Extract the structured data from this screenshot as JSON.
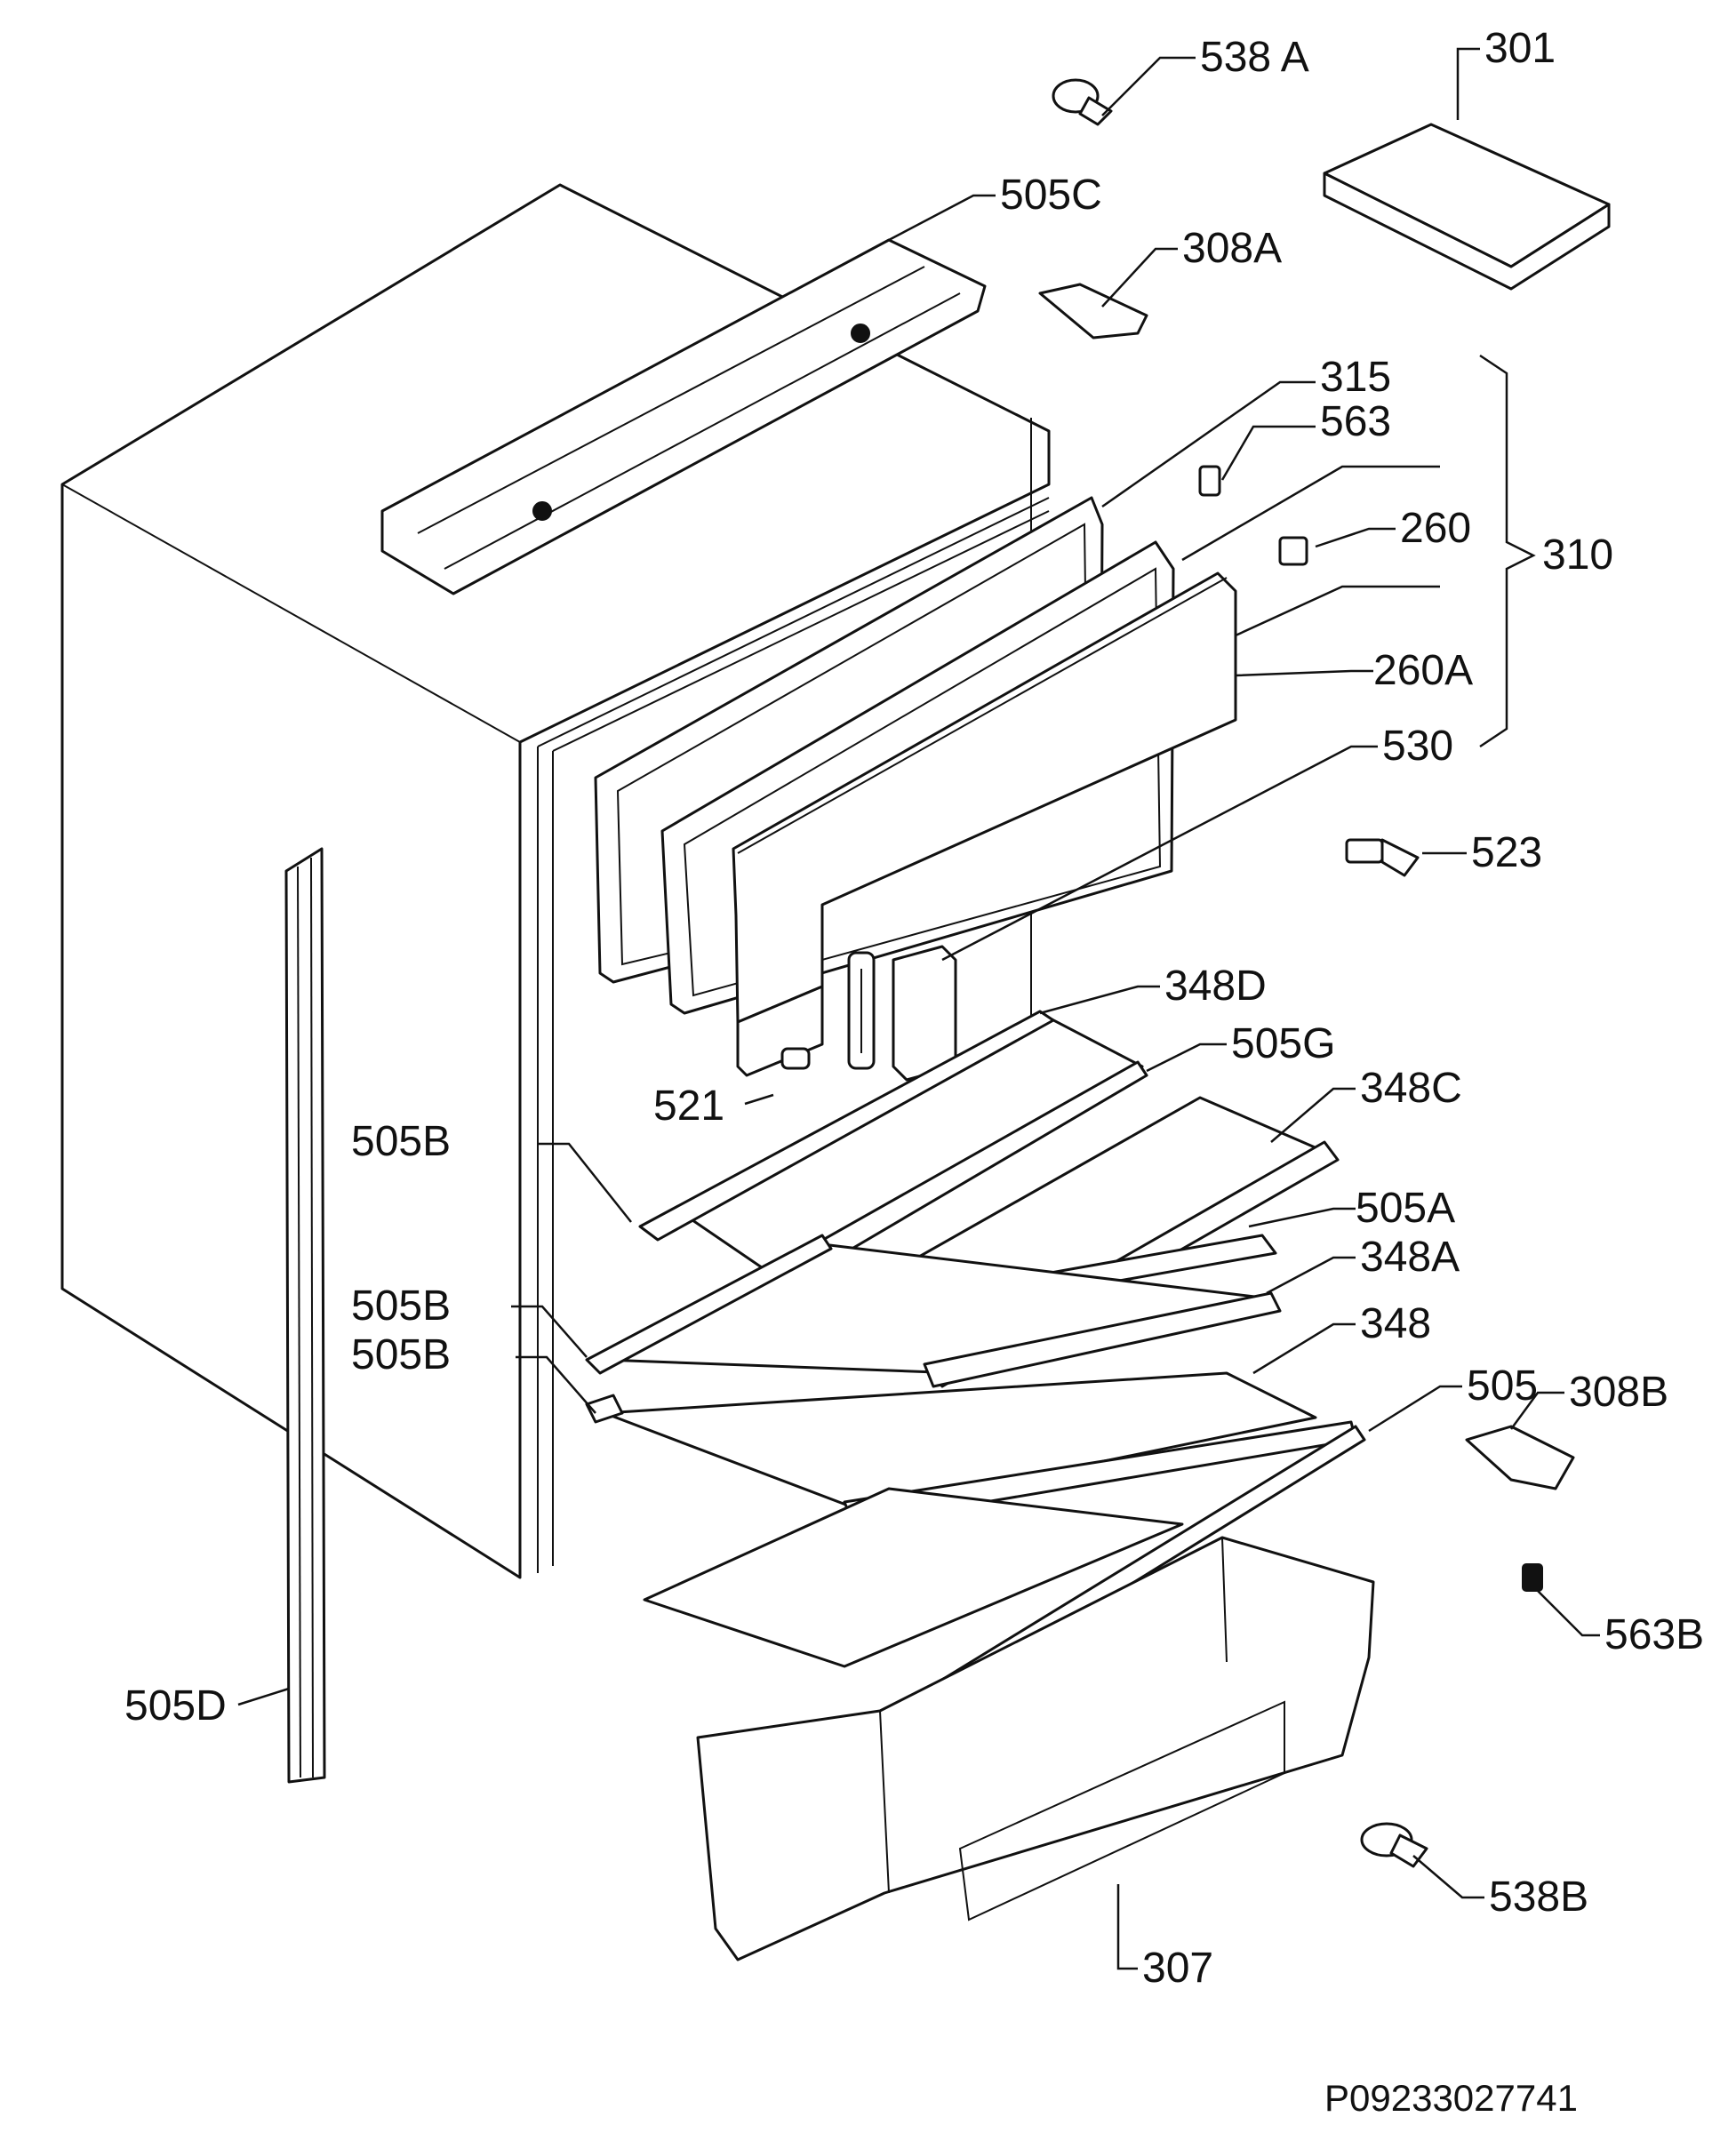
{
  "labels": {
    "l301": "301",
    "l538A": "538 A",
    "l505C": "505C",
    "l308A": "308A",
    "l315": "315",
    "l563": "563",
    "l260": "260",
    "l310": "310",
    "l260A": "260A",
    "l530": "530",
    "l523": "523",
    "l348D": "348D",
    "l505G": "505G",
    "l521": "521",
    "l348C": "348C",
    "l505B_1": "505B",
    "l505A": "505A",
    "l348A": "348A",
    "l505B_2": "505B",
    "l348": "348",
    "l505B_3": "505B",
    "l505": "505",
    "l308B": "308B",
    "l563B": "563B",
    "l505D": "505D",
    "l538B": "538B",
    "l307": "307"
  },
  "drawing_code": "P09233027741"
}
